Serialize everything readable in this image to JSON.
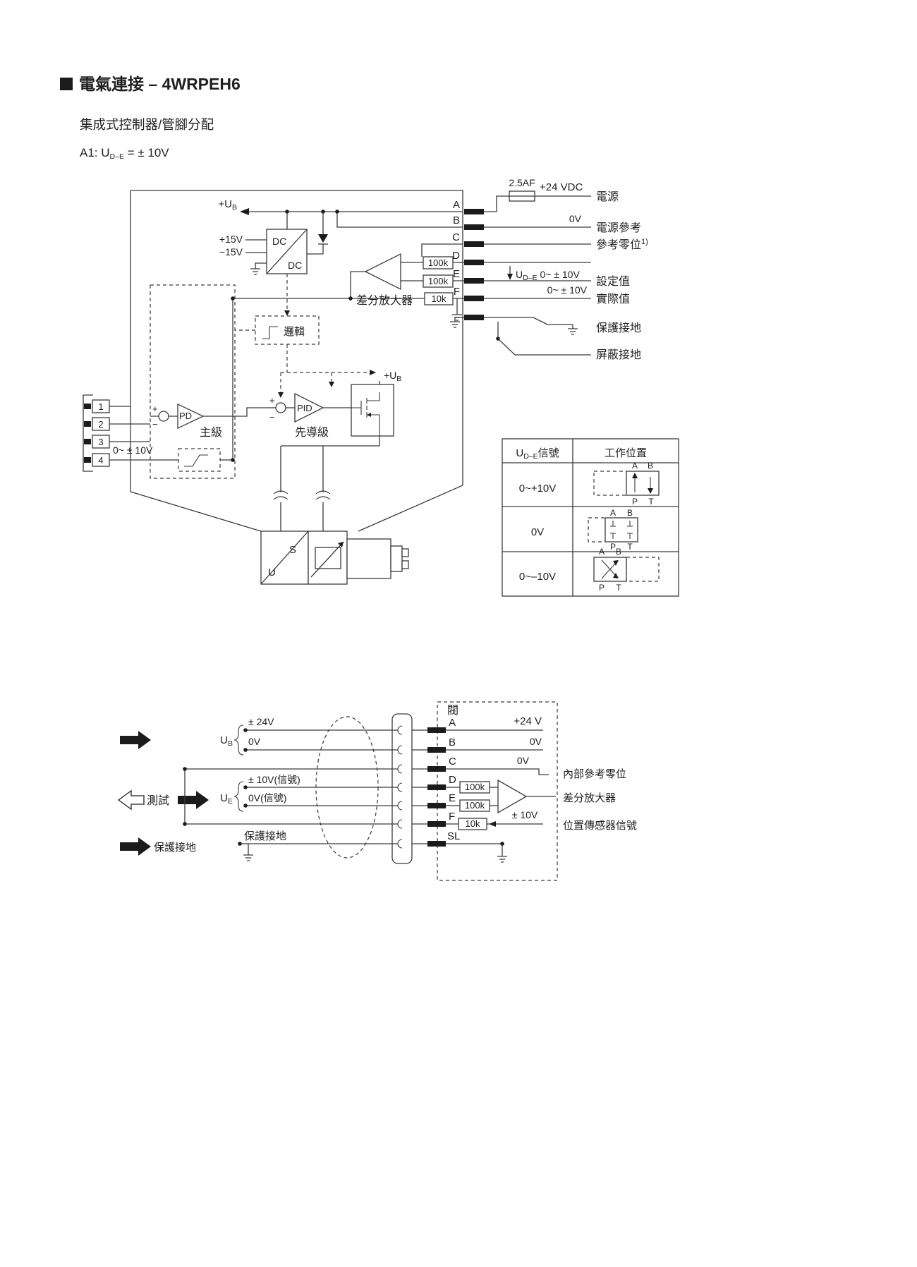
{
  "header": {
    "title": "電氣連接 – 4WRPEH6",
    "subtitle": "集成式控制器/管腳分配",
    "variant_prefix": "A1: U",
    "variant_sub": "D–E",
    "variant_suffix": " = ± 10V"
  },
  "top": {
    "pins": [
      "A",
      "B",
      "C",
      "D",
      "E",
      "F"
    ],
    "fuse": "2.5AF",
    "vdc": "+24 VDC",
    "power": "電源",
    "zero_v": "0V",
    "power_ref": "電源參考",
    "ref_zero": "參考零位",
    "ref_zero_note": "1)",
    "ude_u": "U",
    "ude_sub": "D–E",
    "ude_range": " 0~ ± 10V",
    "setpoint": "設定值",
    "actual_range": "0~ ± 10V",
    "actual": "實際值",
    "prot_ground": "保護接地",
    "shield_ground": "屏蔽接地",
    "ub_plus": "+U",
    "ub_sub": "B",
    "p15": "+15V",
    "m15": "−15V",
    "dc_top": "DC",
    "dc_bot": "DC",
    "r1": "100k",
    "r2": "100k",
    "r3": "10k",
    "diff_amp": "差分放大器",
    "logic": "邏輯",
    "ub2_plus": "+U",
    "ub2_sub": "B",
    "plus": "+",
    "minus": "−",
    "pd": "PD",
    "main_stage": "主級",
    "pid": "PID",
    "pilot_stage": "先導級",
    "left_pins": [
      "1",
      "2",
      "3",
      "4"
    ],
    "left_range": "0~ ± 10V",
    "valve_s": "S",
    "valve_u": "U"
  },
  "table": {
    "h_u": "U",
    "h_sub": "D–E",
    "h_rest": "信號",
    "h_pos": "工作位置",
    "r1": "0~+10V",
    "r2": "0V",
    "r3": "0~–10V",
    "a": "A",
    "b": "B",
    "p": "P",
    "t": "T"
  },
  "bottom": {
    "valve": "閥",
    "pins": [
      "A",
      "B",
      "C",
      "D",
      "E",
      "F",
      "SL"
    ],
    "v24": "+24 V",
    "v0a": "0V",
    "v0b": "0V",
    "internal_ref": "內部參考零位",
    "r1": "100k",
    "r2": "100k",
    "r3": "10k",
    "diff_amp": "差分放大器",
    "pm10": "± 10V",
    "pos_sensor": "位置傳感器信號",
    "pm24": "± 24V",
    "v0_left": "0V",
    "ub_u": "U",
    "ub_sub": "B",
    "test": "測試",
    "ue_u": "U",
    "ue_sub": "E",
    "pm10_sig": "± 10V(信號)",
    "v0_sig": "0V(信號)",
    "prot_ground": "保護接地",
    "prot_ground2": "保護接地"
  }
}
